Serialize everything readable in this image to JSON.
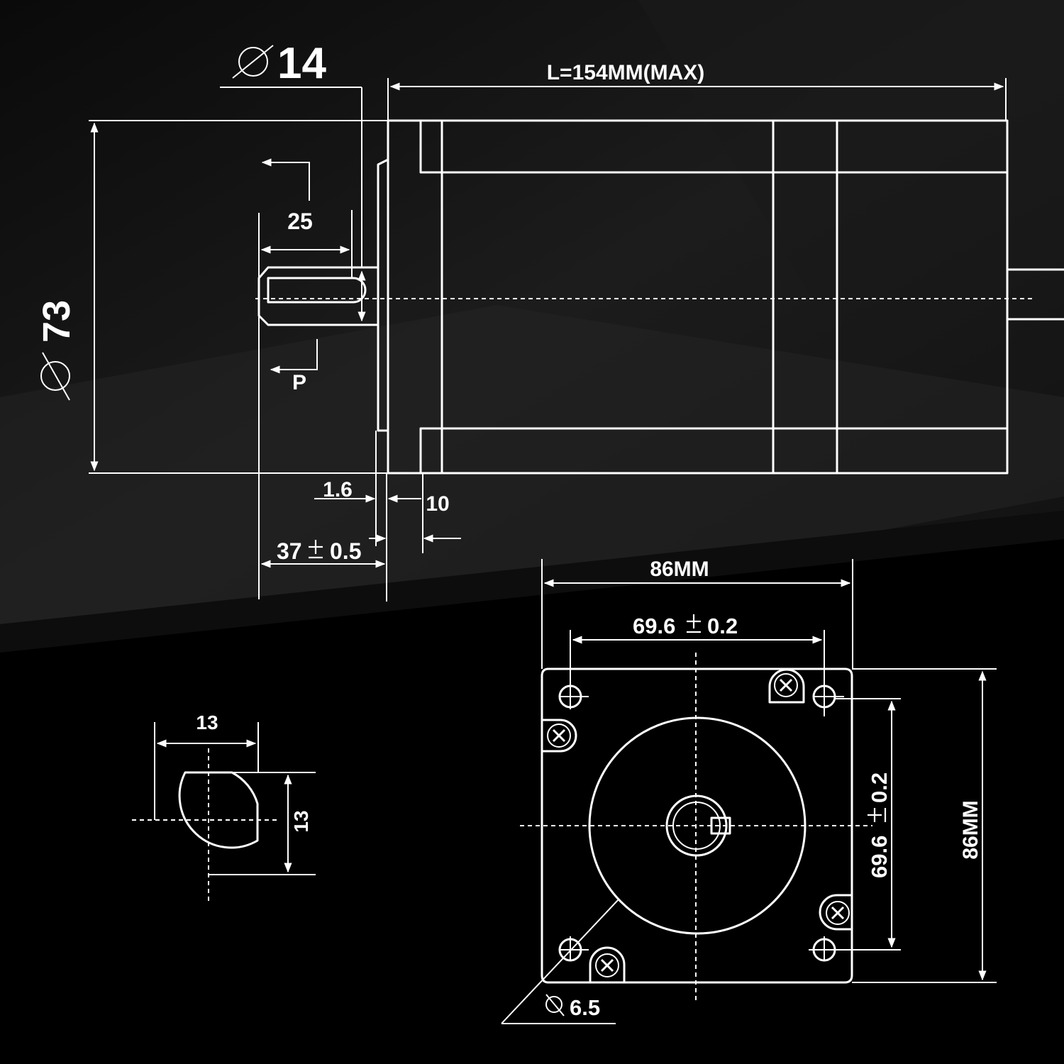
{
  "colors": {
    "background": "#000000",
    "line": "#ffffff"
  },
  "labels": {
    "shaft_diameter": "14",
    "length": "L=154MM(MAX)",
    "body_diameter": "73",
    "key_length": "25",
    "key_position": "P",
    "flange_step": "1.6",
    "flange_thickness": "10",
    "shaft_length_value": "37",
    "shaft_length_tol": "0.5",
    "shaft_width": "13",
    "shaft_flat_height": "13",
    "frame_width": "86MM",
    "hole_spacing_h_value": "69.6",
    "hole_spacing_h_tol": "0.2",
    "hole_spacing_v_value": "69.6",
    "hole_spacing_v_tol": "0.2",
    "frame_height": "86MM",
    "hole_diameter": "6.5"
  },
  "icons": [
    "diameter-symbol",
    "plus-minus-symbol",
    "screw-head-icon"
  ]
}
